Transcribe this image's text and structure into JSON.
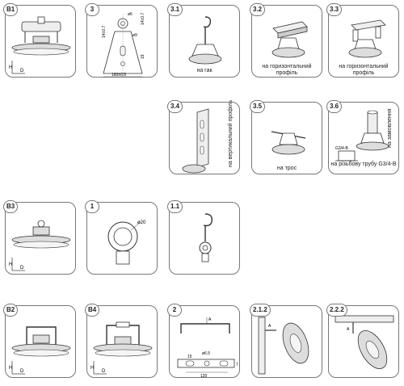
{
  "cards": {
    "b1": {
      "tag": "B1",
      "h_label": "H",
      "d_label": "D"
    },
    "c3": {
      "tag": "3",
      "dim_top": "14±0.7",
      "dim_left": "14±0.7",
      "dim_right": "19",
      "dim_dia": "ø9",
      "dim_dia2": "ø6",
      "dim_bottom": "160±0.5"
    },
    "c31": {
      "tag": "3.1",
      "caption": "на гак"
    },
    "c32": {
      "tag": "3.2",
      "caption": "на горизонтальний профіль"
    },
    "c33": {
      "tag": "3.3",
      "caption": "на горизонтальний профіль"
    },
    "c34": {
      "tag": "3.4",
      "caption": "на вертикальний профіль"
    },
    "c35": {
      "tag": "3.5",
      "caption": "на трос"
    },
    "c36": {
      "tag": "3.6",
      "caption_side": "на замовлення",
      "thread": "G3/4-B",
      "caption": "на різьбову трубу G3/4-B"
    },
    "b3": {
      "tag": "B3",
      "h_label": "H",
      "d_label": "D"
    },
    "c1": {
      "tag": "1",
      "dim": "ø20"
    },
    "c11": {
      "tag": "1.1"
    },
    "b2": {
      "tag": "B2",
      "h_label": "H",
      "d_label": "D"
    },
    "b4": {
      "tag": "B4",
      "h_label": "H",
      "d_label": "D"
    },
    "c2": {
      "tag": "2",
      "arrow": "A",
      "dim_15": "15",
      "dim_65": "ø6.5",
      "dim_120": "120",
      "dim_7": "7"
    },
    "c212": {
      "tag": "2.1.2",
      "arrow": "A"
    },
    "c222": {
      "tag": "2.2.2",
      "arrow": "A"
    }
  }
}
